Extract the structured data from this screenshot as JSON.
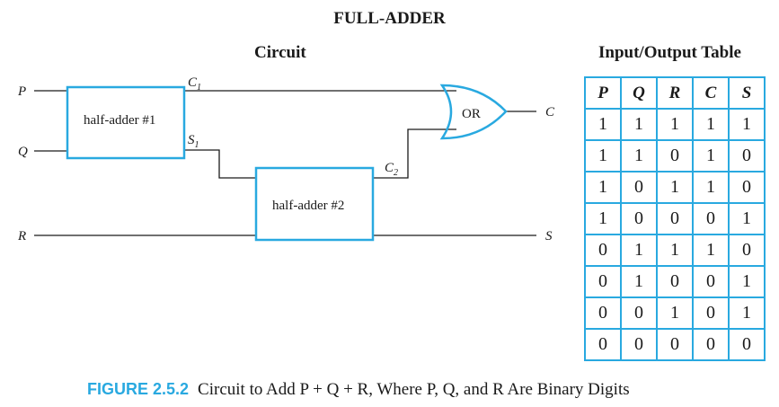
{
  "title": "FULL-ADDER",
  "circuit": {
    "heading": "Circuit",
    "half_adder_1": "half-adder #1",
    "half_adder_2": "half-adder #2",
    "or_gate": "OR",
    "input_p": "P",
    "input_q": "Q",
    "input_r": "R",
    "output_c": "C",
    "output_s": "S",
    "wire_c": "C",
    "wire_s": "S",
    "sub_1": "1",
    "sub_2": "2"
  },
  "table": {
    "heading": "Input/Output Table",
    "columns": [
      "P",
      "Q",
      "R",
      "C",
      "S"
    ],
    "rows": [
      [
        "1",
        "1",
        "1",
        "1",
        "1"
      ],
      [
        "1",
        "1",
        "0",
        "1",
        "0"
      ],
      [
        "1",
        "0",
        "1",
        "1",
        "0"
      ],
      [
        "1",
        "0",
        "0",
        "0",
        "1"
      ],
      [
        "0",
        "1",
        "1",
        "1",
        "0"
      ],
      [
        "0",
        "1",
        "0",
        "0",
        "1"
      ],
      [
        "0",
        "0",
        "1",
        "0",
        "1"
      ],
      [
        "0",
        "0",
        "0",
        "0",
        "0"
      ]
    ]
  },
  "caption": {
    "label": "FIGURE 2.5.2",
    "text": "Circuit to Add P + Q + R, Where P, Q, and R Are Binary Digits"
  }
}
